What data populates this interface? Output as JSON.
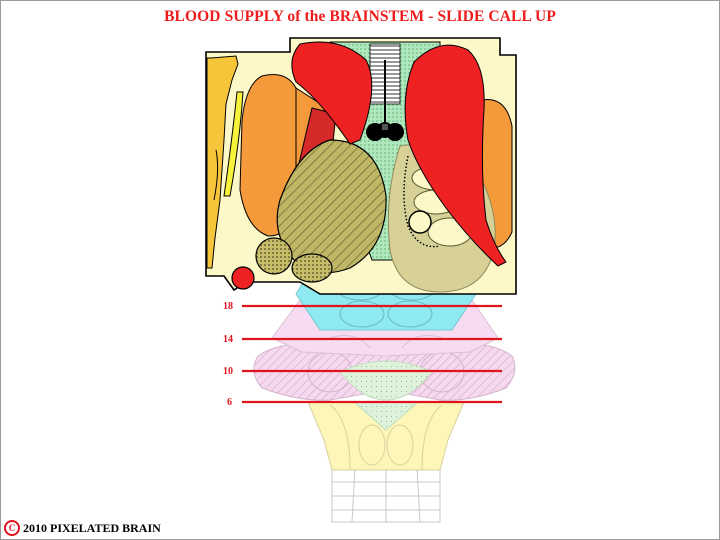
{
  "title": "BLOOD SUPPLY of the BRAINSTEM - SLIDE CALL UP",
  "levels": [
    {
      "label": "18"
    },
    {
      "label": "14"
    },
    {
      "label": "10"
    },
    {
      "label": "6"
    }
  ],
  "copyright": {
    "icon": "copyright-icon",
    "year": "2010",
    "owner": "PIXELATED BRAIN"
  },
  "colors": {
    "title": "#ee1c1c",
    "level_line": "#e0141e",
    "red_region": "#ee2222",
    "orange_region": "#f59a3a",
    "olive_region": "#bdb86a",
    "cyan_region": "#8eeaf0",
    "pink_region": "#f4d4ee",
    "yellow_region": "#fdf6b8",
    "green_region": "#b5ecc2",
    "cream_background": "#fdf8c8"
  }
}
